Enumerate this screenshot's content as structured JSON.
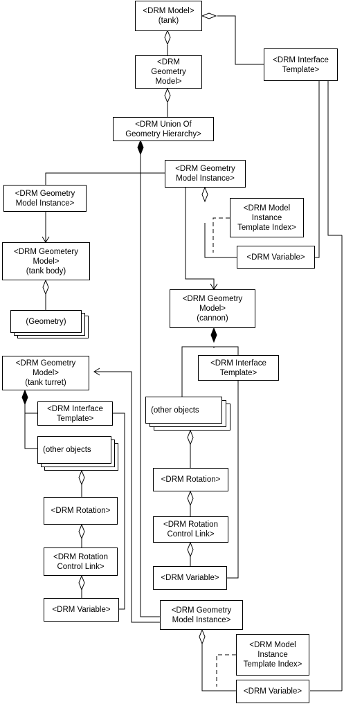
{
  "diagram": {
    "boxes": {
      "model_tank": [
        "<DRM Model>",
        "(tank)"
      ],
      "interface_template_top": [
        "<DRM Interface",
        "Template>"
      ],
      "geometry_model_top": [
        "<DRM",
        "Geometry",
        "Model>"
      ],
      "union_hierarchy": [
        "<DRM Union Of",
        "Geometry Hierarchy>"
      ],
      "instance_right": [
        "<DRM Geometry",
        "Model Instance>"
      ],
      "instance_left": [
        "<DRM Geometry",
        "Model Instance>"
      ],
      "index_top": [
        "<DRM Model",
        "Instance",
        "Template Index>"
      ],
      "variable_top": [
        "<DRM Variable>"
      ],
      "tank_body": [
        "<DRM Geometery",
        "Model>",
        "(tank body)"
      ],
      "geometry_stack": [
        "(Geometry)"
      ],
      "cannon": [
        "<DRM Geometry",
        "Model>",
        "(cannon)"
      ],
      "cannon_interface": [
        "<DRM Interface",
        "Template>"
      ],
      "cannon_other": [
        "(other objects"
      ],
      "cannon_rotation": [
        "<DRM Rotation>"
      ],
      "cannon_rot_link": [
        "<DRM Rotation",
        "Control Link>"
      ],
      "cannon_variable": [
        "<DRM Variable>"
      ],
      "turret": [
        "<DRM Geometry",
        "Model>",
        "(tank turret)"
      ],
      "turret_interface": [
        "<DRM Interface",
        "Template>"
      ],
      "turret_other": [
        "(other objects"
      ],
      "turret_rotation": [
        "<DRM Rotation>"
      ],
      "turret_rot_link": [
        "<DRM Rotation",
        "Control Link>"
      ],
      "turret_variable": [
        "<DRM Variable>"
      ],
      "instance_bottom": [
        "<DRM Geometry",
        "Model Instance>"
      ],
      "index_bottom": [
        "<DRM Model",
        "Instance",
        "Template Index>"
      ],
      "variable_bottom": [
        "<DRM Variable>"
      ]
    }
  }
}
